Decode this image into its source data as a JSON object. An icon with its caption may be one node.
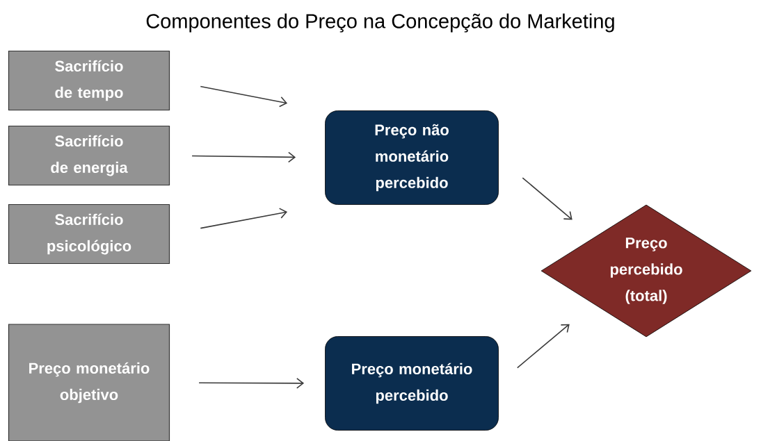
{
  "diagram": {
    "title": "Componentes do Preço na Concepção do Marketing",
    "nodes": [
      {
        "text": [
          "Sacrifício de tempo"
        ]
      },
      {
        "text": [
          "Sacrifício de energia"
        ]
      },
      {
        "text": [
          "Sacrifício psicológico"
        ]
      },
      {
        "text": [
          "Preço monetário objetivo"
        ]
      },
      {
        "text": [
          "Preço não monetário percebido"
        ]
      },
      {
        "text": [
          "Preço monetário percebido"
        ]
      },
      {
        "text": [
          "Preço percebido (total)"
        ]
      }
    ],
    "edges": [
      {
        "from": 0,
        "to": 4,
        "arrow": "to"
      },
      {
        "from": 1,
        "to": 4,
        "arrow": "to"
      },
      {
        "from": 2,
        "to": 4,
        "arrow": "to"
      },
      {
        "from": 3,
        "to": 5,
        "arrow": "to"
      },
      {
        "from": 4,
        "to": 6,
        "arrow": "to"
      },
      {
        "from": 5,
        "to": 6,
        "arrow": "to"
      }
    ]
  }
}
